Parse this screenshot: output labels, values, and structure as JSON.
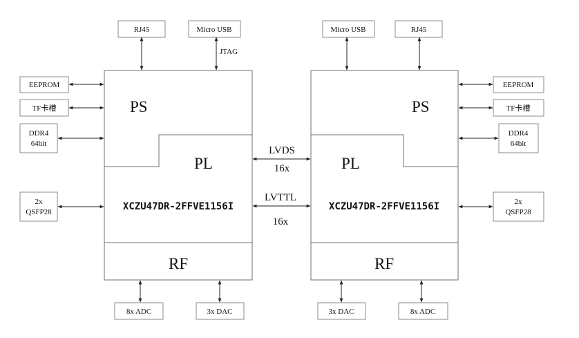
{
  "left_block": {
    "ps": "PS",
    "pl": "PL",
    "rf": "RF",
    "chip": "XCZU47DR-2FFVE1156I",
    "top": {
      "rj45": "RJ45",
      "usb": "Micro USB",
      "jtag": "JTAG"
    },
    "side": {
      "eeprom": "EEPROM",
      "tf": "TF卡槽",
      "ddr_line1": "DDR4",
      "ddr_line2": "64bit",
      "qsfp_line1": "2x",
      "qsfp_line2": "QSFP28"
    },
    "bottom": {
      "adc": "8x ADC",
      "dac": "3x DAC"
    }
  },
  "right_block": {
    "ps": "PS",
    "pl": "PL",
    "rf": "RF",
    "chip": "XCZU47DR-2FFVE1156I",
    "top": {
      "usb": "Micro USB",
      "rj45": "RJ45"
    },
    "side": {
      "eeprom": "EEPROM",
      "tf": "TF卡槽",
      "ddr_line1": "DDR4",
      "ddr_line2": "64bit",
      "qsfp_line1": "2x",
      "qsfp_line2": "QSFP28"
    },
    "bottom": {
      "dac": "3x DAC",
      "adc": "8x ADC"
    }
  },
  "links": {
    "lvds": "LVDS",
    "lvds_count": "16x",
    "lvttl": "LVTTL",
    "lvttl_count": "16x"
  },
  "colors": {
    "line": "#222222",
    "box_border": "#8a8a8a",
    "block_border": "#6f6f6f",
    "text": "#111111"
  }
}
